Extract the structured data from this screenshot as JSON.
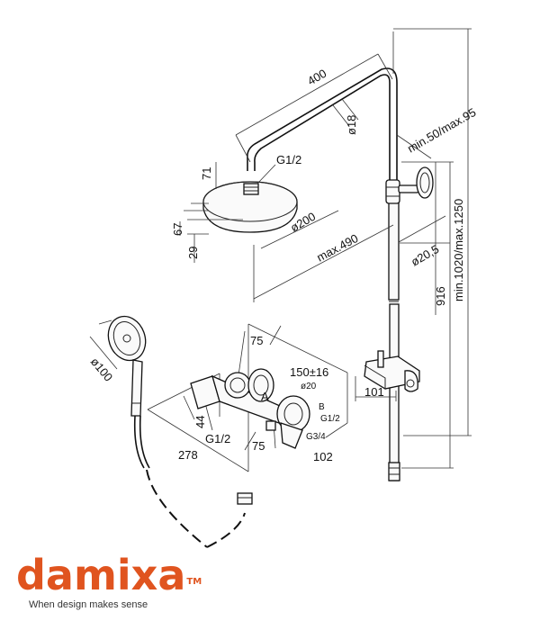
{
  "dimensions": {
    "d400": "400",
    "d18": "ø18",
    "g12_top": "G1/2",
    "d71": "71",
    "d67": "67",
    "d29": "29",
    "d200": "ø200",
    "max490": "max.490",
    "minmax_wall": "min.50/max.95",
    "d1250": "min.1020/max.1250",
    "d20_5": "ø20,5",
    "d916": "916",
    "d100": "ø100",
    "d75_top": "75",
    "d150": "150±16",
    "d20": "ø20",
    "label_a": "A",
    "label_b": "B",
    "g12_right": "G1/2",
    "g34": "G3/4",
    "d44": "44",
    "g12_left": "G1/2",
    "d75_bottom": "75",
    "d278": "278",
    "d102": "102",
    "d101": "101"
  },
  "brand": {
    "logo": "damixa",
    "trademark": "TM",
    "tagline": "When design makes sense"
  },
  "colors": {
    "brand_orange": "#e0541f"
  }
}
